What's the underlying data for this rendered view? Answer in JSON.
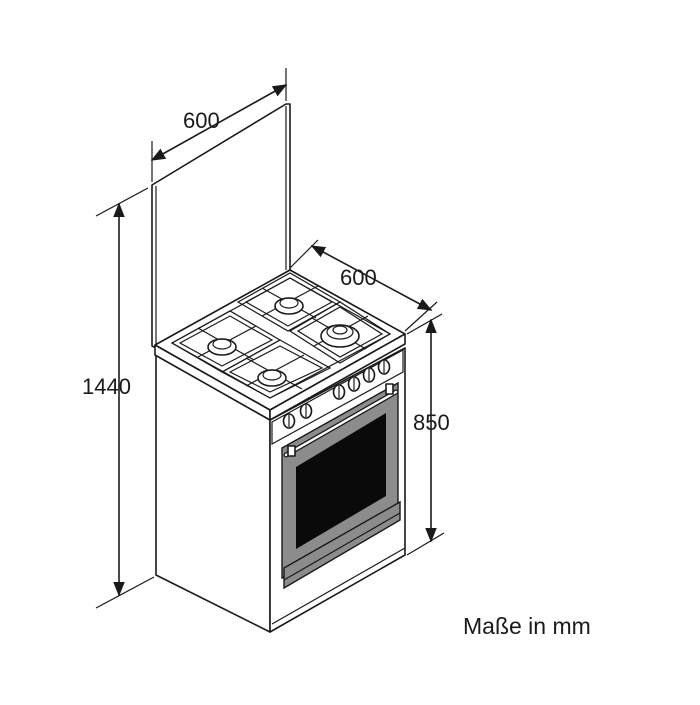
{
  "dimensions": {
    "lid_width": "600",
    "depth": "600",
    "total_height": "1440",
    "body_height": "850"
  },
  "caption": "Maße in mm",
  "colors": {
    "line": "#1a1a1a",
    "oven_door": "#8c8c8c",
    "oven_window": "#0a0a0a",
    "background": "#ffffff"
  }
}
